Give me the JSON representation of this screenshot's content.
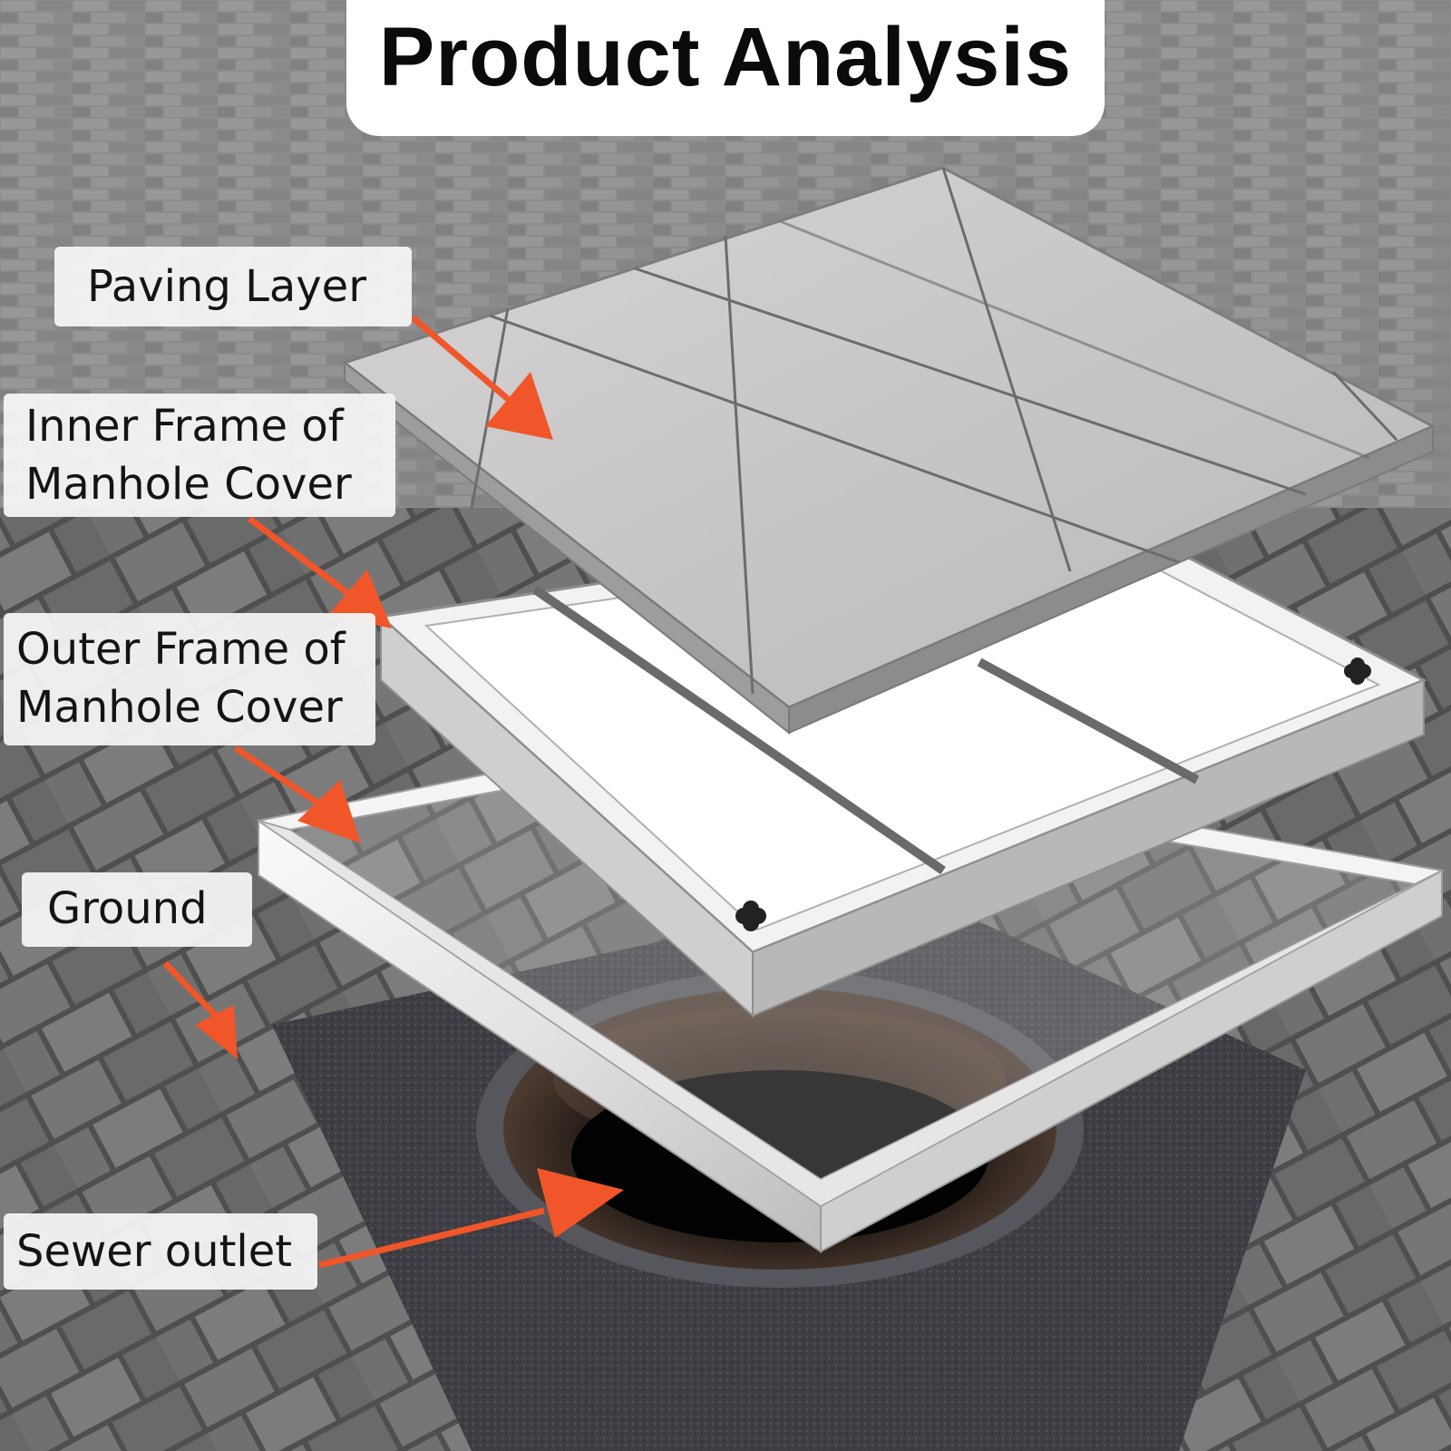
{
  "title": "Product Analysis",
  "labels": {
    "paving": "Paving Layer",
    "inner_line1": "Inner Frame of",
    "inner_line2": "Manhole Cover",
    "outer_line1": "Outer Frame of",
    "outer_line2": "Manhole Cover",
    "ground": "Ground",
    "sewer": "Sewer outlet"
  },
  "colors": {
    "arrow": "#f0562a",
    "label_background": "#f5f5f5",
    "title_background": "#ffffff",
    "paving_surface": "#c9c7c7",
    "steel": "#eeeeee",
    "brick": "#6e6e6e"
  },
  "icons": [
    "arrow-icon"
  ]
}
